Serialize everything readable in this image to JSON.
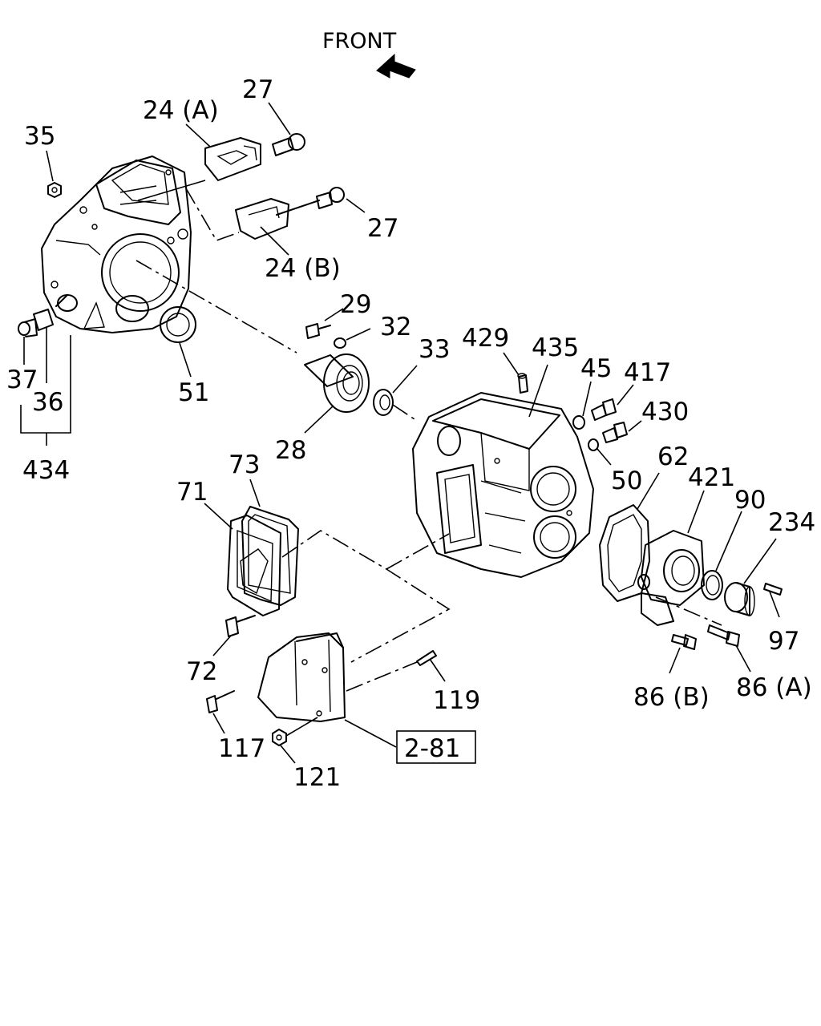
{
  "front_label": "FRONT",
  "callouts": {
    "p35": "35",
    "p24a": "24 (A)",
    "p27_top": "27",
    "p27_right": "27",
    "p24b": "24 (B)",
    "p29": "29",
    "p32": "32",
    "p33": "33",
    "p429": "429",
    "p435": "435",
    "p45": "45",
    "p417": "417",
    "p430": "430",
    "p37": "37",
    "p36": "36",
    "p434": "434",
    "p51": "51",
    "p28": "28",
    "p50": "50",
    "p62": "62",
    "p421": "421",
    "p90": "90",
    "p234": "234",
    "p73": "73",
    "p71": "71",
    "p97": "97",
    "p72": "72",
    "p86b": "86 (B)",
    "p86a": "86 (A)",
    "p119": "119",
    "p117": "117",
    "p121": "121",
    "ref_box": "2-81"
  }
}
